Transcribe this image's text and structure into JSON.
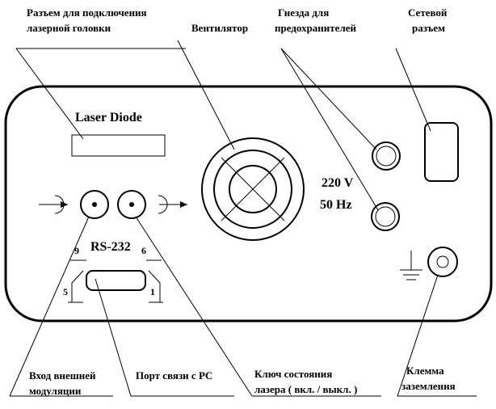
{
  "labels": {
    "laser_connector_line1": "Разъем для подключения",
    "laser_connector_line2": "лазерной головки",
    "fan": "Вентилятор",
    "fuses_line1": "Гнезда для",
    "fuses_line2": "предохранителей",
    "power_socket_line1": "Сетевой",
    "power_socket_line2": "разъем",
    "modulation_line1": "Вход внешней",
    "modulation_line2": "модуляции",
    "pc_port": "Порт связи с PC",
    "laser_switch_line1": "Ключ состояния",
    "laser_switch_line2": "лазера ( вкл. / выкл. )",
    "ground_line1": "Клемма",
    "ground_line2": "заземления"
  },
  "panel": {
    "device_title": "Laser Diode",
    "voltage": "220 V",
    "frequency": "50 Hz",
    "rs232": "RS-232",
    "pin_9": "9",
    "pin_6": "6",
    "pin_5": "5",
    "pin_1": "1"
  }
}
